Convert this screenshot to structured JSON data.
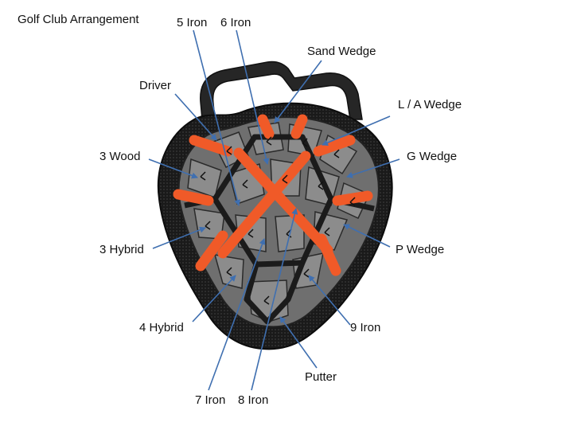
{
  "title": "Golf Club Arrangement",
  "labels": {
    "iron5": "5 Iron",
    "iron6": "6 Iron",
    "sand_wedge": "Sand Wedge",
    "driver": "Driver",
    "la_wedge": "L / A Wedge",
    "wood3": "3 Wood",
    "g_wedge": "G Wedge",
    "hybrid3": "3 Hybrid",
    "p_wedge": "P Wedge",
    "hybrid4": "4 Hybrid",
    "iron9": "9 Iron",
    "putter": "Putter",
    "iron7": "7 Iron",
    "iron8": "8 Iron"
  },
  "colors": {
    "bag_outer": "#2a2a2a",
    "bag_mesh": "#1c1c1c",
    "slot_fill": "#7b7b7b",
    "divider_orange": "#f05a28",
    "arrow": "#3f6fb0"
  }
}
